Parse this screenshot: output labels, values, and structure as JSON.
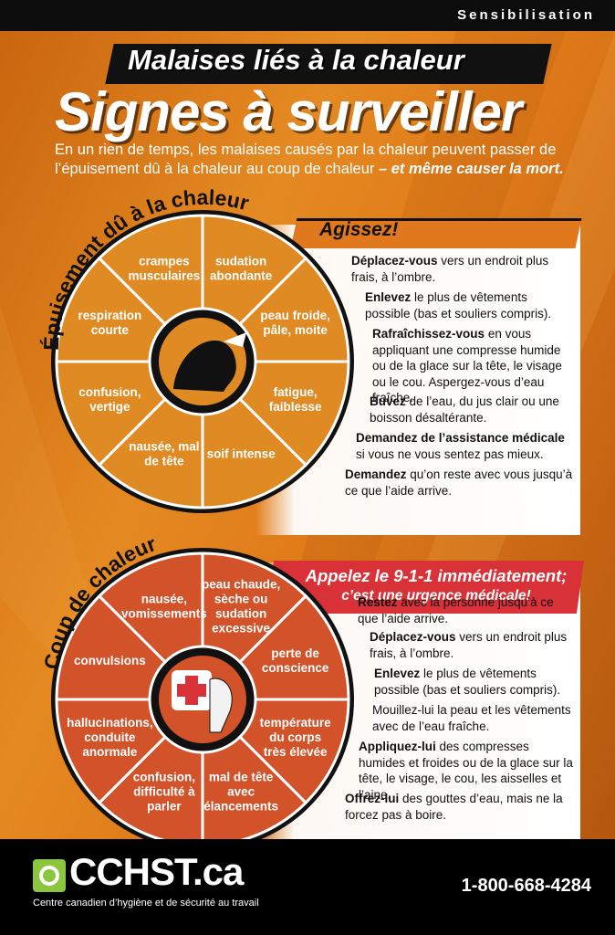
{
  "header": {
    "tag": "Sensibilisation"
  },
  "title": {
    "line1": "Malaises liés à la chaleur",
    "line2": "Signes à surveiller"
  },
  "intro": {
    "text": "En un rien de temps, les malaises causés par la chaleur peuvent passer de l’épuisement dû à la chaleur au coup de chaleur",
    "emphasis": "– et même causer la mort."
  },
  "exhaustion": {
    "arc_title": "Épuisement dû à la chaleur",
    "signs": [
      "sudation abondante",
      "peau froide, pâle, moite",
      "fatigue, faiblesse",
      "soif intense",
      "nausée, mal de tête",
      "confusion, vertige",
      "respiration courte",
      "crampes musculaires"
    ],
    "action_header": "Agissez!",
    "actions": [
      {
        "bold": "Déplacez-vous",
        "text": " vers un endroit plus frais, à l’ombre."
      },
      {
        "bold": "Enlevez",
        "text": " le plus de vêtements possible (bas et souliers compris)."
      },
      {
        "bold": "Rafraîchissez-vous",
        "text": " en vous appliquant une compresse humide ou de la glace sur la tête, le visage ou le cou. Aspergez-vous d’eau fraîche."
      },
      {
        "bold": "Buvez",
        "text": " de l’eau, du jus clair ou une boisson désaltérante."
      },
      {
        "bold": "Demandez de l’assistance médicale",
        "text": " si vous ne vous sentez pas mieux."
      },
      {
        "bold": "Demandez",
        "text": " qu’on reste avec vous jusqu’à ce que l’aide arrive."
      }
    ]
  },
  "heatstroke": {
    "arc_title": "Coup de chaleur",
    "signs": [
      "peau chaude, sèche ou sudation excessive",
      "perte de conscience",
      "température du corps très élevée",
      "mal de tête avec élancements",
      "confusion, difficulté à parler",
      "hallucinations, conduite anormale",
      "convulsions",
      "nausée, vomissements"
    ],
    "action_header_line1": "Appelez le 9-1-1 immédiatement;",
    "action_header_line2": "c’est une urgence médicale!",
    "actions": [
      {
        "bold": "Restez",
        "text": " avec la personne jusqu’à ce que l’aide arrive."
      },
      {
        "bold": "Déplacez-vous",
        "text": " vers un endroit plus frais, à l’ombre."
      },
      {
        "bold": "Enlevez",
        "text": " le plus de vêtements possible (bas et souliers compris)."
      },
      {
        "bold": "",
        "text": "Mouillez-lui la peau et les vêtements avec de l’eau fraîche."
      },
      {
        "bold": "Appliquez-lui",
        "text": " des compresses humides et froides ou de la glace sur la tête, le visage, le cou, les aisselles et l’aine."
      },
      {
        "bold": "Offrez-lui",
        "text": " des gouttes d’eau, mais ne la forcez pas à boire."
      }
    ]
  },
  "footer": {
    "brand": "CCHST.ca",
    "subtitle": "Centre canadien d’hygiène et de sécurité au travail",
    "phone": "1-800-668-4284"
  },
  "colors": {
    "orange": "#e07b1a",
    "wheel1": "#e08a24",
    "wheel2": "#d2522a",
    "red": "#d93138"
  }
}
